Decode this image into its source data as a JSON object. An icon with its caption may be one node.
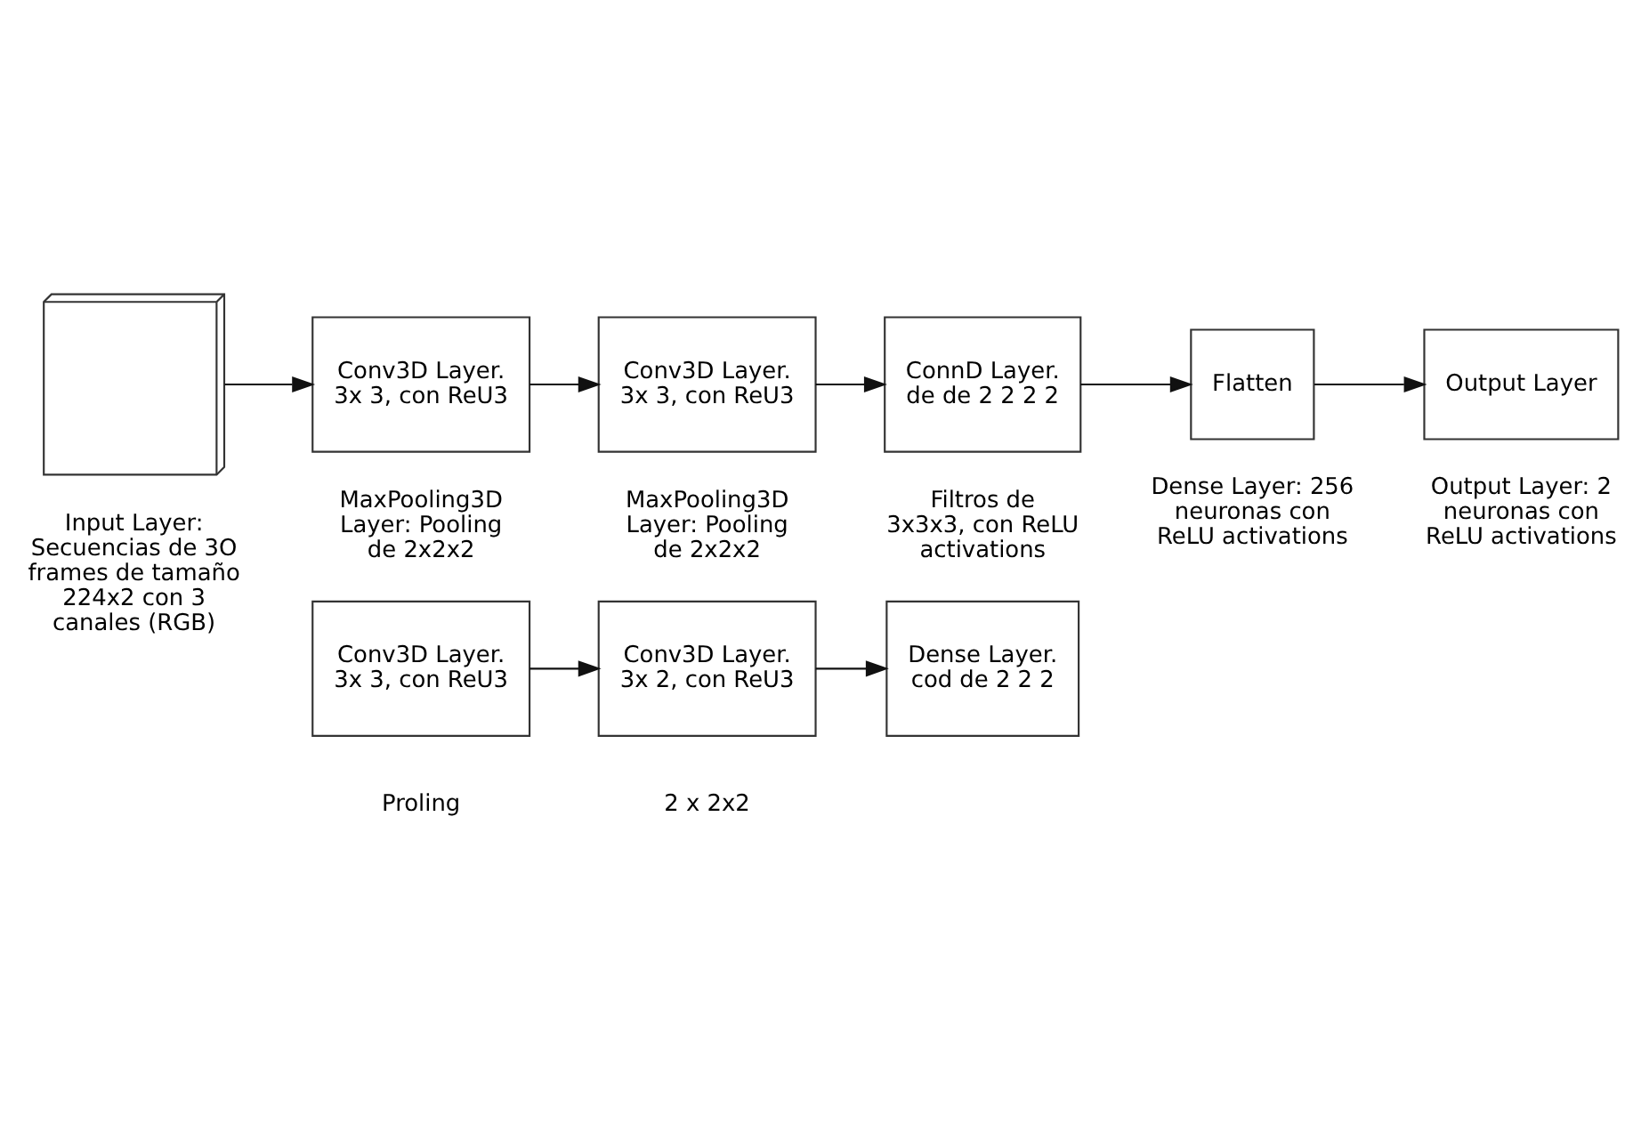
{
  "diagram": {
    "nodes": [
      {
        "text": [],
        "shape": "cube",
        "beside": [
          "Input Layer: Secuencias de 3O frames de tamaño 224x2 con 3 canales (RGB)"
        ]
      },
      {
        "text": [
          "Conv3D Layer.",
          "3x 3, con ReU3"
        ],
        "beside": [
          "MaxPooling3D Layer: Pooling de 2x2x2"
        ]
      },
      {
        "text": [
          "Conv3D Layer.",
          "3x 3, con ReU3"
        ],
        "beside": [
          "MaxPooling3D Layer: Pooling de 2x2x2"
        ]
      },
      {
        "text": [
          "ConnD Layer.",
          "de de 2 2 2 2"
        ],
        "beside": [
          "Filtros de 3x3x3, con ReLU activations"
        ]
      },
      {
        "text": [
          "Flatten"
        ],
        "beside": [
          "Dense Layer: 256 neuronas con ReLU activations"
        ]
      },
      {
        "text": [
          "Output Layer"
        ],
        "beside": [
          "Output Layer: 2 neuronas con ReLU activations"
        ]
      },
      {
        "text": [
          "Conv3D Layer.",
          "3x 3, con ReU3"
        ],
        "beside": [
          "Proling"
        ]
      },
      {
        "text": [
          "Conv3D Layer.",
          "3x 2, con ReU3"
        ],
        "beside": [
          "2 x 2x2"
        ]
      },
      {
        "text": [
          "Dense Layer.",
          "cod de 2 2 2"
        ]
      }
    ],
    "edges": [
      {
        "from": 0,
        "to": 1,
        "arrow": "to"
      },
      {
        "from": 1,
        "to": 2,
        "arrow": "to"
      },
      {
        "from": 2,
        "to": 3,
        "arrow": "to"
      },
      {
        "from": 3,
        "to": 4,
        "arrow": "to"
      },
      {
        "from": 4,
        "to": 5,
        "arrow": "to"
      },
      {
        "from": 6,
        "to": 7,
        "arrow": "to"
      },
      {
        "from": 7,
        "to": 8,
        "arrow": "to"
      }
    ]
  }
}
